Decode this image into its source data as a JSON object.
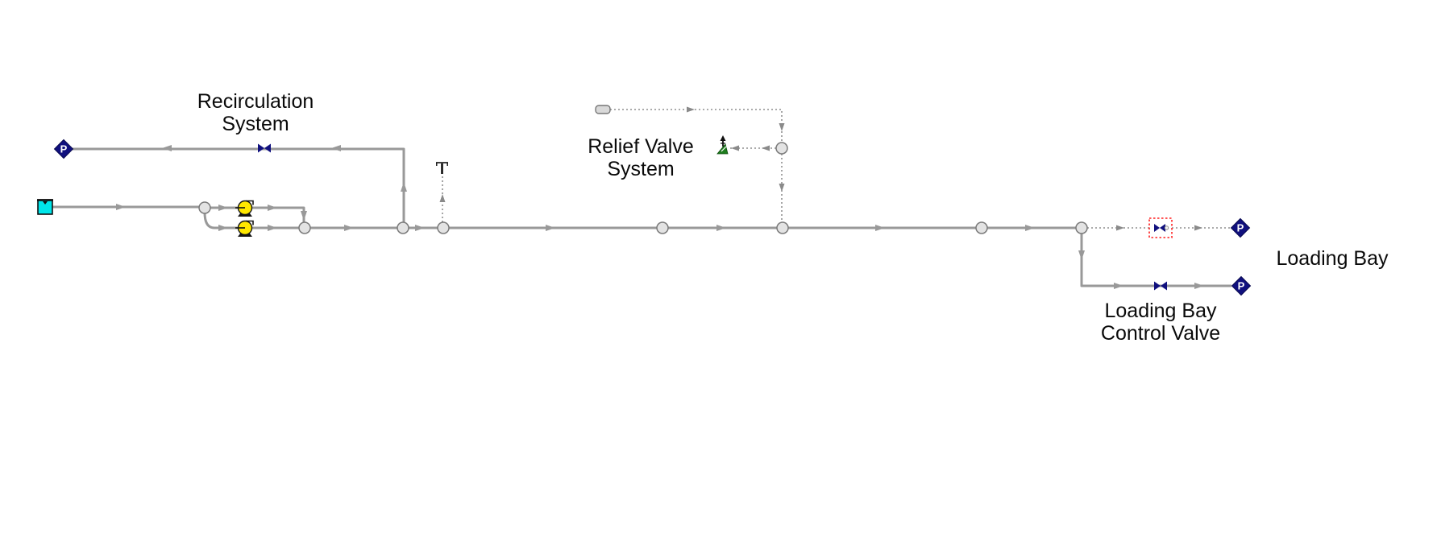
{
  "app": {
    "type": "pipe-network-model-workspace",
    "background": "#ffffff"
  },
  "colors": {
    "pipe_gray": "#999999",
    "dotted_pipe_gray": "#8f8f8f",
    "junction_fill": "#e3e3e3",
    "junction_border": "#7a7a7a",
    "pump_yellow": "#ffe800",
    "tank_cyan": "#00e6ea",
    "valve_navy": "#10107e",
    "pressure_navy": "#10107e",
    "relief_green": "#1e7d1e",
    "closed_indicator_red": "#ff2020",
    "label_text": "#0a0a0a"
  },
  "annotations": {
    "recirculation_system": {
      "line1": "Recirculation",
      "line2": "System"
    },
    "relief_valve_system": {
      "line1": "Relief Valve",
      "line2": "System"
    },
    "loading_bay": {
      "text": "Loading Bay"
    },
    "loading_bay_control_valve": {
      "line1": "Loading Bay",
      "line2": "Control Valve"
    }
  },
  "junction_labels": {
    "pressure": "P"
  },
  "icons": {
    "legend": [
      "pressure-junction-icon (navy diamond with P)",
      "tank-icon (cyan open reservoir)",
      "pump-icon (yellow circle with base)",
      "valve-icon (navy bowtie)",
      "closed-valve-icon (navy bowtie in red dashed box)",
      "relief-valve-icon (green with up arrow)",
      "dead-end-icon (gray capsule)",
      "t-symbol-icon (vent/instrument tee)",
      "branch-junction (gray circle)"
    ]
  }
}
